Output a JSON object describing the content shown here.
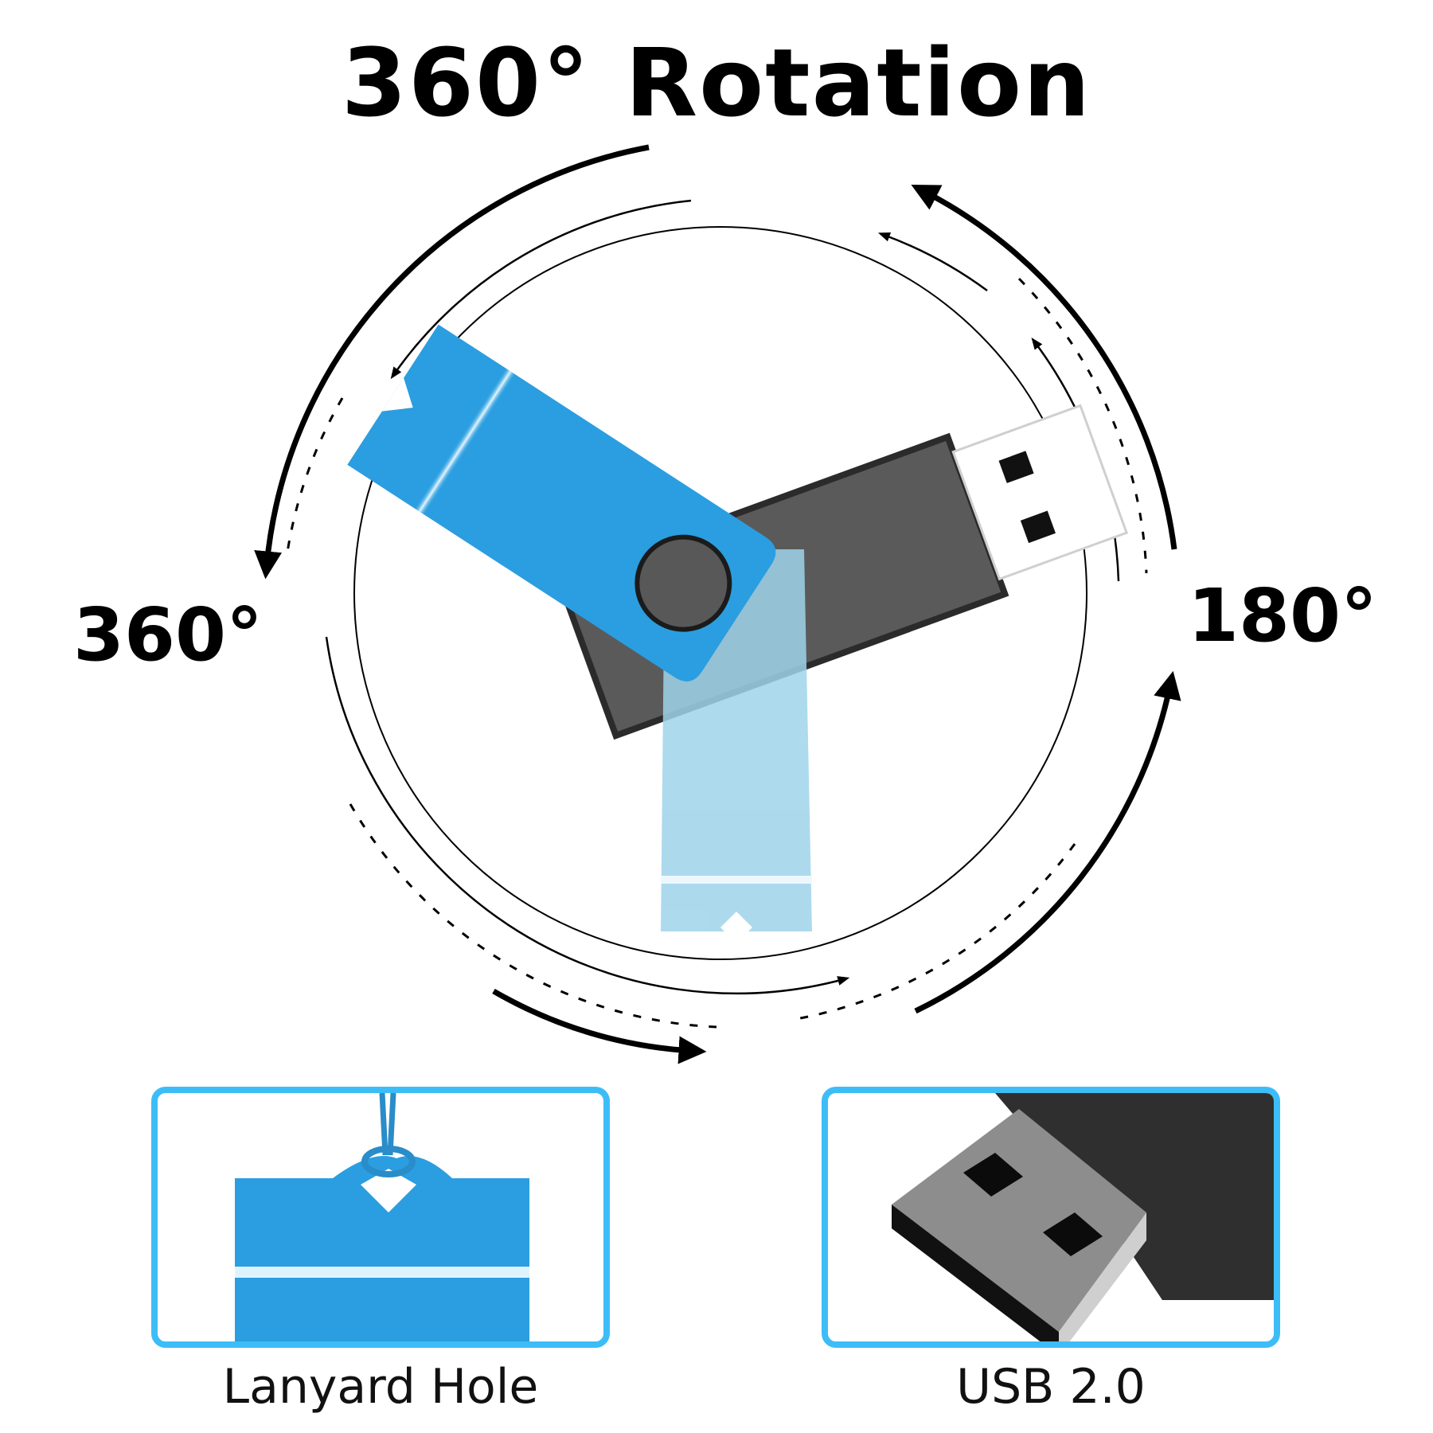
{
  "title": "360° Rotation",
  "labels": {
    "left_angle": "360°",
    "right_angle": "180°"
  },
  "features": [
    {
      "caption": "Lanyard Hole",
      "icon": "lanyard-hole-closeup"
    },
    {
      "caption": "USB 2.0",
      "icon": "usb-connector-closeup"
    }
  ],
  "colors": {
    "accent_border": "#3dbdf7",
    "swivel_blue": "#2a9ee0",
    "swivel_ghost": "#9fd3ea",
    "body_dark": "#555555",
    "text": "#000000"
  }
}
